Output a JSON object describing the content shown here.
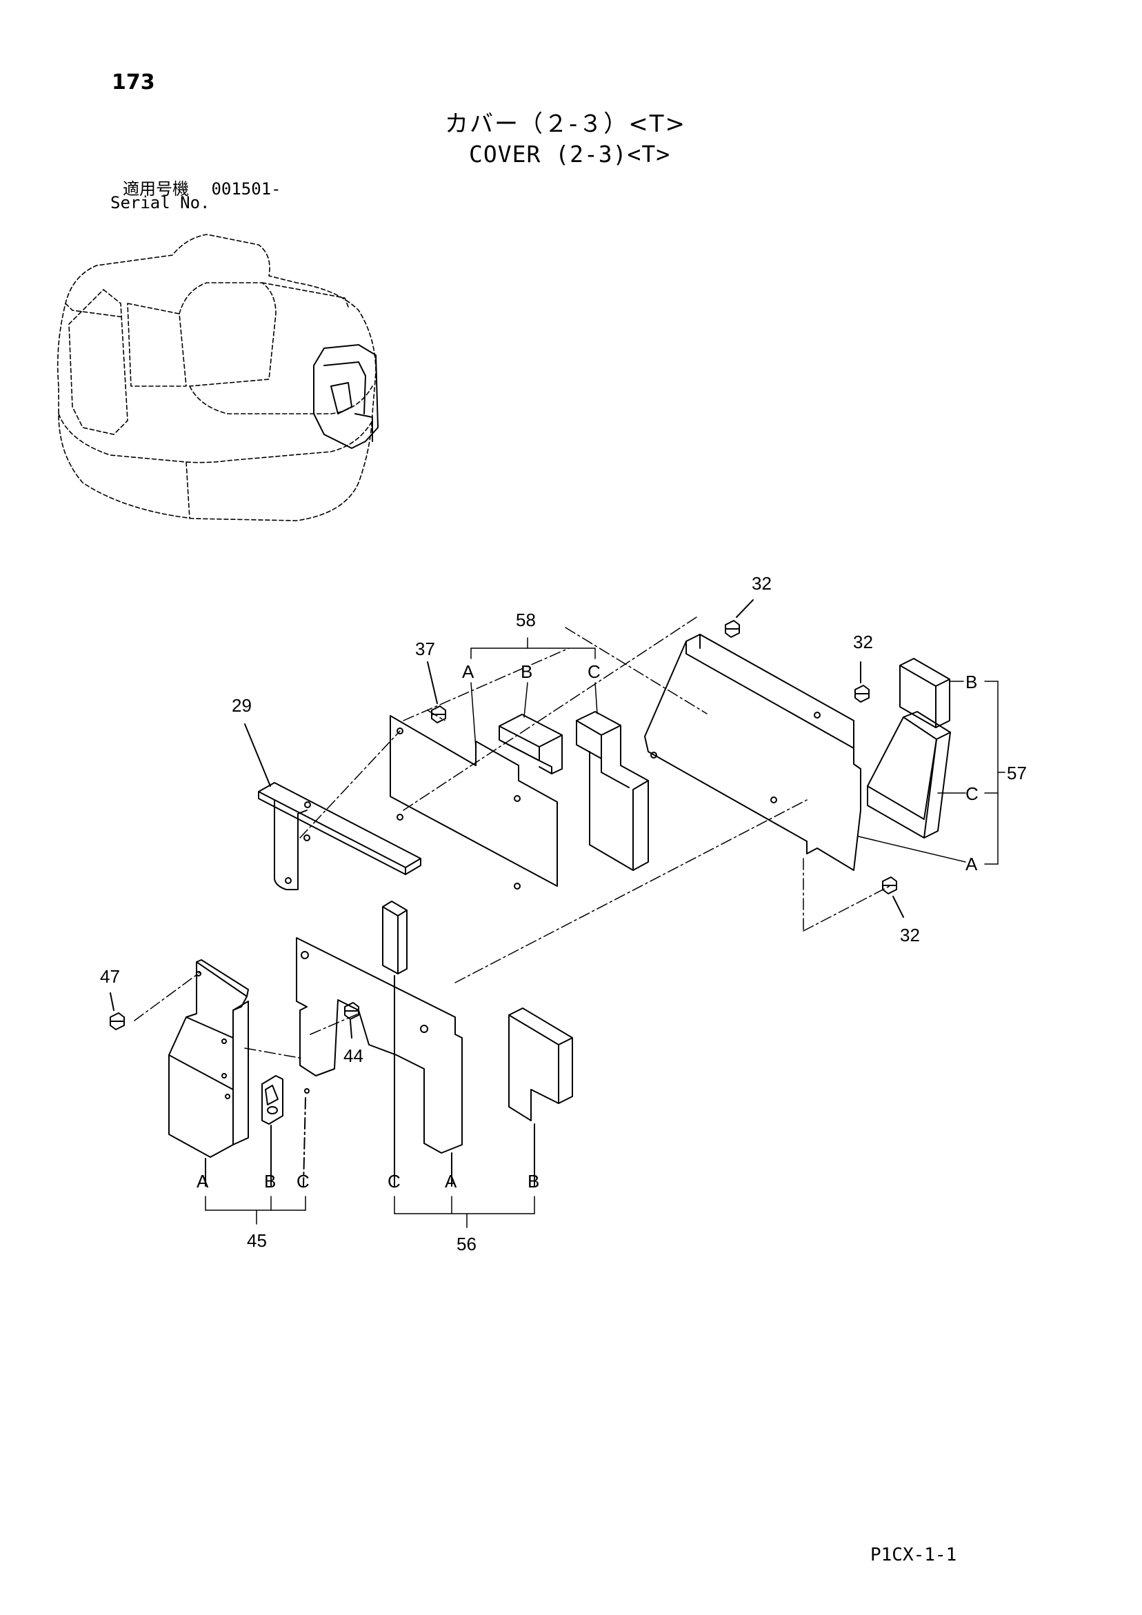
{
  "header": {
    "page_number": "173",
    "title_jp": "カバー（２-３）<T>",
    "title_en": "COVER (2-3)<T>",
    "serial_label_jp": "適用号機",
    "serial_value": "001501-",
    "serial_label_en": "Serial No."
  },
  "footer": {
    "code": "P1CX-1-1"
  },
  "callouts": {
    "c32a": "32",
    "c32b": "32",
    "c32c": "32",
    "c58": "58",
    "c37": "37",
    "c29": "29",
    "c57": "57",
    "c47": "47",
    "c44": "44",
    "c45": "45",
    "c56": "56",
    "s58a": "A",
    "s58b": "B",
    "s58c": "C",
    "s57b": "B",
    "s57c": "C",
    "s57a": "A",
    "s45a": "A",
    "s45b": "B",
    "s45c": "C",
    "s56c": "C",
    "s56a": "A",
    "s56b": "B"
  }
}
